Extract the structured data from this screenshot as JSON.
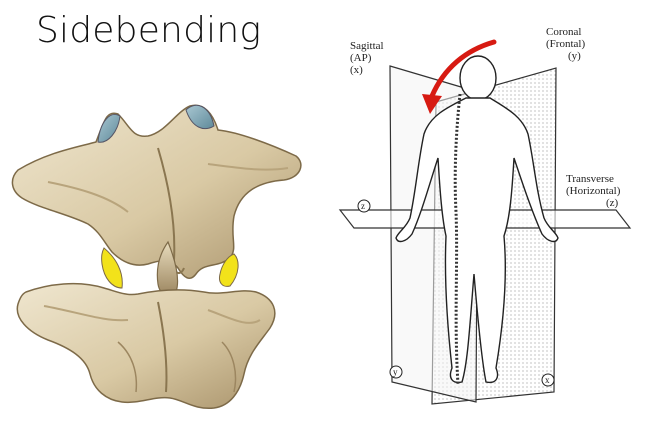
{
  "slide": {
    "title": "Sidebending"
  },
  "figures": {
    "vertebrae": {
      "icon": "vertebrae-illustration",
      "highlight_color": "#f2e21a"
    },
    "planes": {
      "icon": "anatomical-planes-illustration",
      "arrow_color": "#d71a12",
      "sagittal": {
        "name": "Sagittal",
        "alt": "(AP)",
        "axis": "(x)"
      },
      "coronal": {
        "name": "Coronal",
        "alt": "(Frontal)",
        "axis": "(y)"
      },
      "transverse": {
        "name": "Transverse",
        "alt": "(Horizontal)",
        "axis": "(z)"
      },
      "marker_z": "z",
      "marker_y": "y",
      "marker_x": "x"
    }
  }
}
